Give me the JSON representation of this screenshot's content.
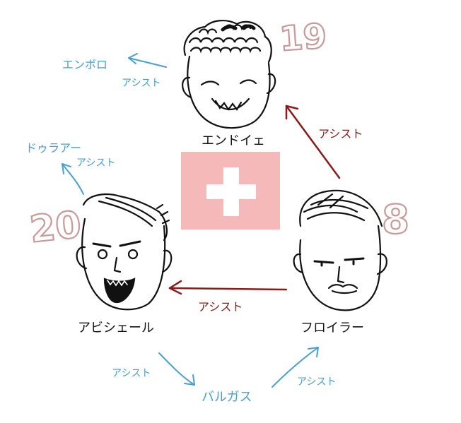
{
  "colors": {
    "ink": "#111111",
    "blue": "#4a9fd0",
    "red": "#8b1a1a",
    "flag": "#f6b9b9",
    "number": "#c99a9a"
  },
  "players": {
    "top": {
      "name": "エンドイェ",
      "number": "19"
    },
    "left": {
      "name": "アビシェール",
      "number": "20"
    },
    "right": {
      "name": "フロイラー",
      "number": "8"
    },
    "bottom": {
      "name": "バルガス"
    }
  },
  "side": {
    "top_left_name": "エンボロ",
    "left_top_name": "ドゥラアー"
  },
  "assist": "アシスト"
}
